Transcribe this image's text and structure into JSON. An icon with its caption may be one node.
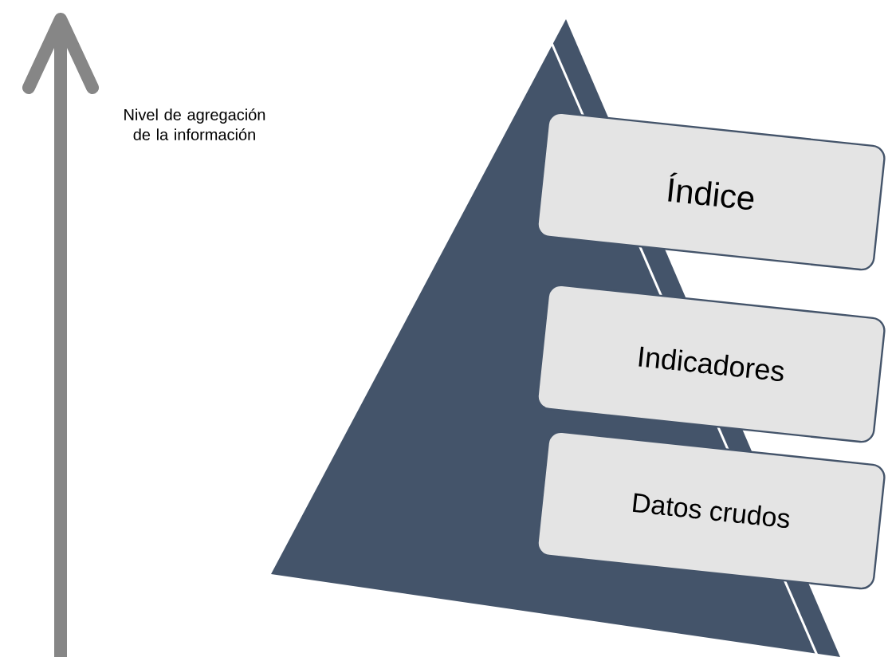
{
  "diagram": {
    "nodes": [
      {
        "text": [
          "Índice"
        ]
      },
      {
        "text": [
          "Indicadores"
        ]
      },
      {
        "text": [
          "Datos crudos"
        ]
      }
    ],
    "labels": [
      "Nivel de agregación de la información"
    ]
  }
}
